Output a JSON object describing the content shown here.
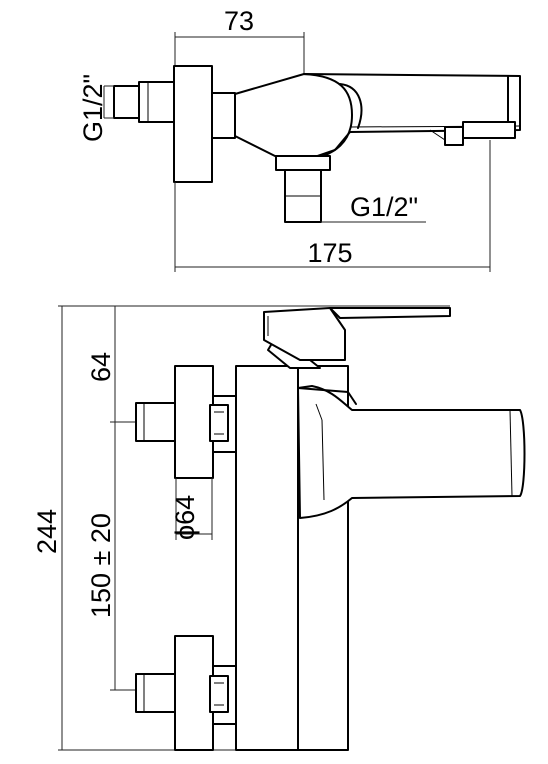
{
  "top_view": {
    "dim_width": "73",
    "dim_inlet_thread": "G1/2\"",
    "dim_outlet_thread": "G1/2\"",
    "dim_length": "175"
  },
  "side_view": {
    "dim_height": "244",
    "dim_top_offset": "64",
    "dim_centers": "150 ± 20",
    "dim_diameter": "ϕ64"
  }
}
